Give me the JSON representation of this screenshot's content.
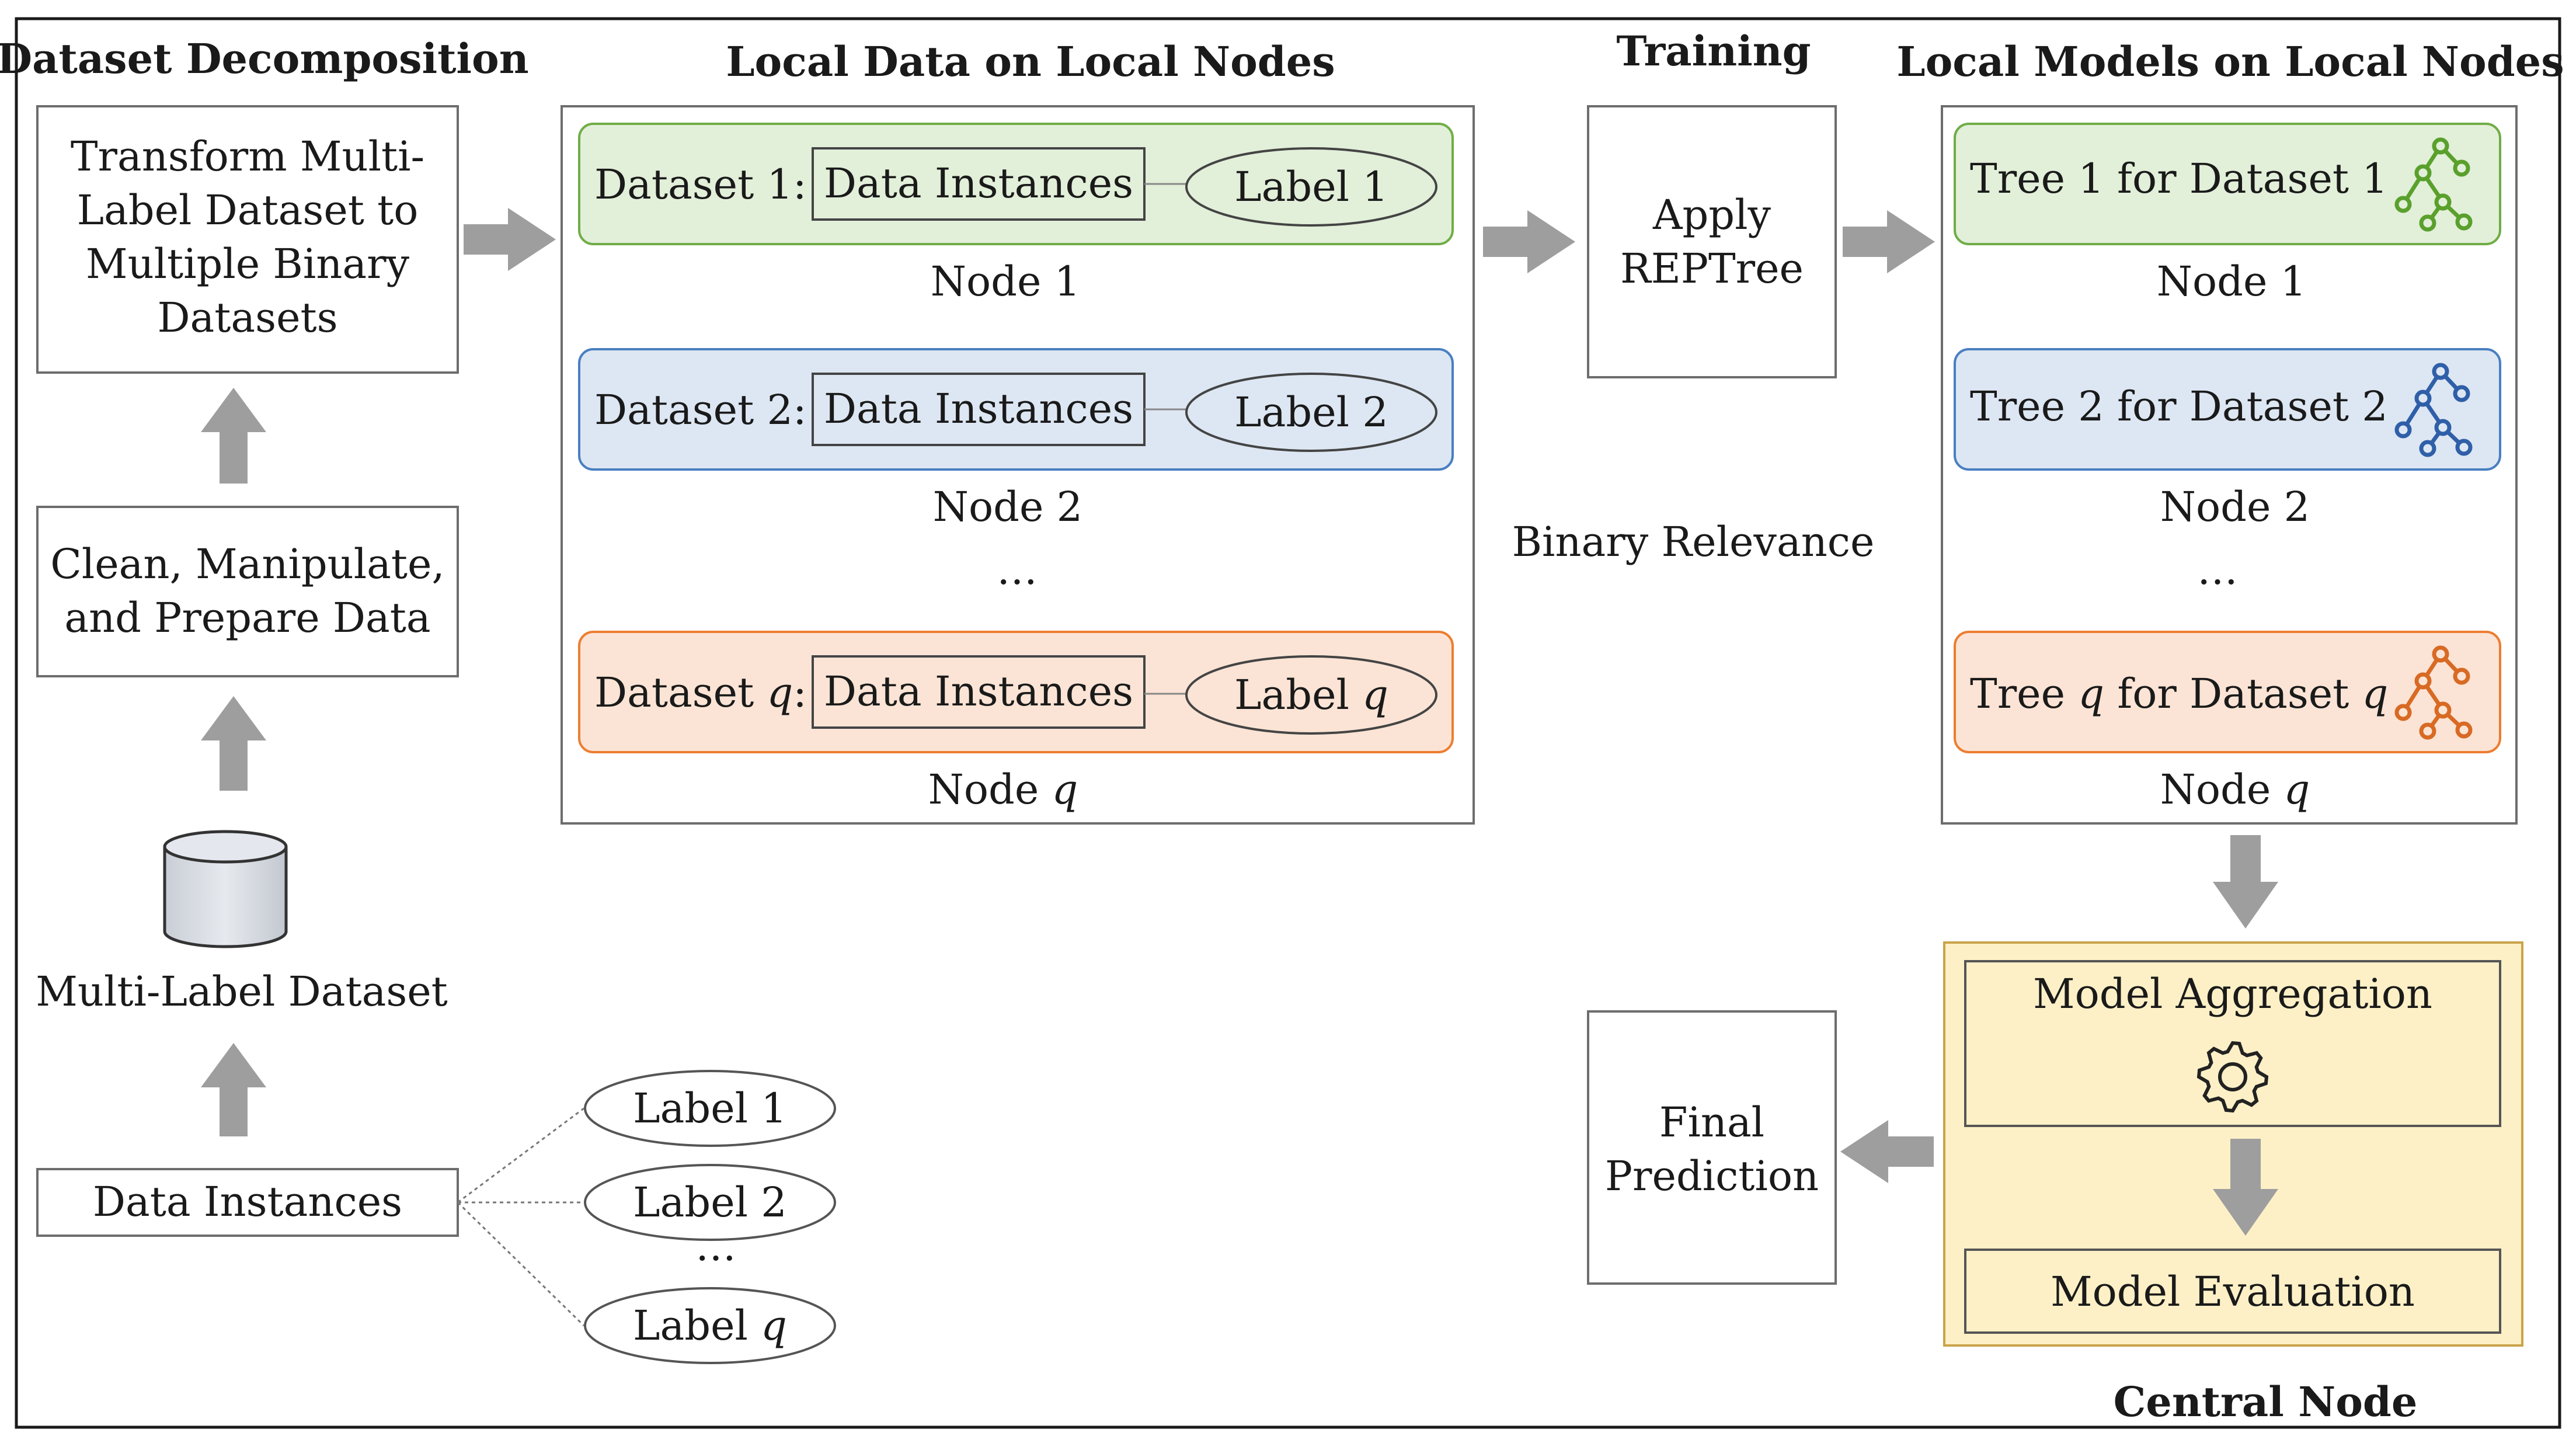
{
  "headings": {
    "decomposition": "Dataset Decomposition",
    "local_data": "Local Data on Local Nodes",
    "training": "Training",
    "local_models": "Local Models on Local Nodes",
    "central_node": "Central Node"
  },
  "left": {
    "transform": [
      "Transform Multi-",
      "Label Dataset to",
      "Multiple Binary",
      "Datasets"
    ],
    "clean": [
      "Clean, Manipulate,",
      "and Prepare Data"
    ],
    "dataset_label": "Multi-Label Dataset",
    "instances": "Data Instances",
    "labels": [
      "Label 1",
      "Label 2",
      "Label q"
    ],
    "ellipsis": "…"
  },
  "local_data": {
    "datasets": [
      {
        "name": "Dataset 1:",
        "instances": "Data Instances",
        "label": "Label 1",
        "node": "Node 1"
      },
      {
        "name": "Dataset 2:",
        "instances": "Data Instances",
        "label": "Label 2",
        "node": "Node 2"
      },
      {
        "name": "Dataset q:",
        "instances": "Data Instances",
        "label": "Label q",
        "node": "Node q"
      }
    ],
    "ellipsis": "…"
  },
  "training": {
    "apply": [
      "Apply",
      "REPTree"
    ],
    "method": "Binary Relevance"
  },
  "local_models": {
    "trees": [
      {
        "name": "Tree 1 for Dataset 1",
        "node": "Node 1"
      },
      {
        "name": "Tree 2 for Dataset 2",
        "node": "Node 2"
      },
      {
        "name": "Tree q for Dataset q",
        "node": "Node q"
      }
    ],
    "ellipsis": "…"
  },
  "central": {
    "aggregation": "Model Aggregation",
    "evaluation": "Model Evaluation"
  },
  "final": [
    "Final",
    "Prediction"
  ],
  "colors": {
    "green_fill": "#e2efd9",
    "green_stroke": "#70ad47",
    "blue_fill": "#dde7f3",
    "blue_stroke": "#4a7fc1",
    "orange_fill": "#fbe4d5",
    "orange_stroke": "#ed7d31",
    "central_fill": "#fdf0c6",
    "central_stroke": "#c9a44a",
    "arrow": "#9e9e9e"
  },
  "icons": [
    "database-icon",
    "tree-icon",
    "gear-icon",
    "arrow-icon"
  ]
}
